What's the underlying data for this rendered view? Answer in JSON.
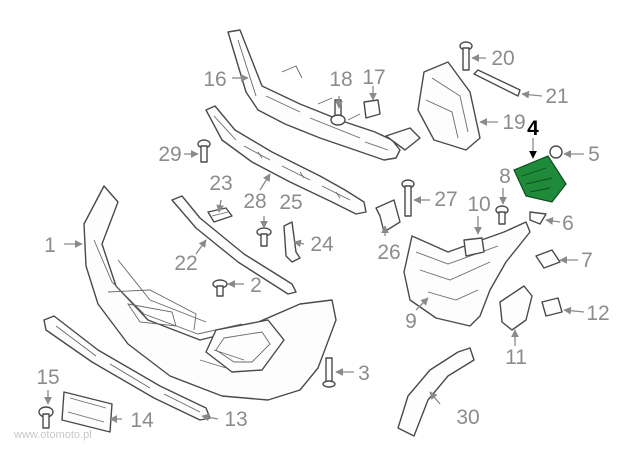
{
  "diagram": {
    "highlight_color": "#1f8a3a",
    "label_color": "#8c8c8c",
    "highlighted_callout": "4",
    "callouts": [
      "1",
      "2",
      "3",
      "4",
      "5",
      "6",
      "7",
      "8",
      "9",
      "10",
      "11",
      "12",
      "13",
      "14",
      "15",
      "16",
      "17",
      "18",
      "19",
      "20",
      "21",
      "22",
      "23",
      "24",
      "25",
      "26",
      "27",
      "28",
      "29",
      "30"
    ]
  },
  "watermark": "www.otomoto.pl"
}
